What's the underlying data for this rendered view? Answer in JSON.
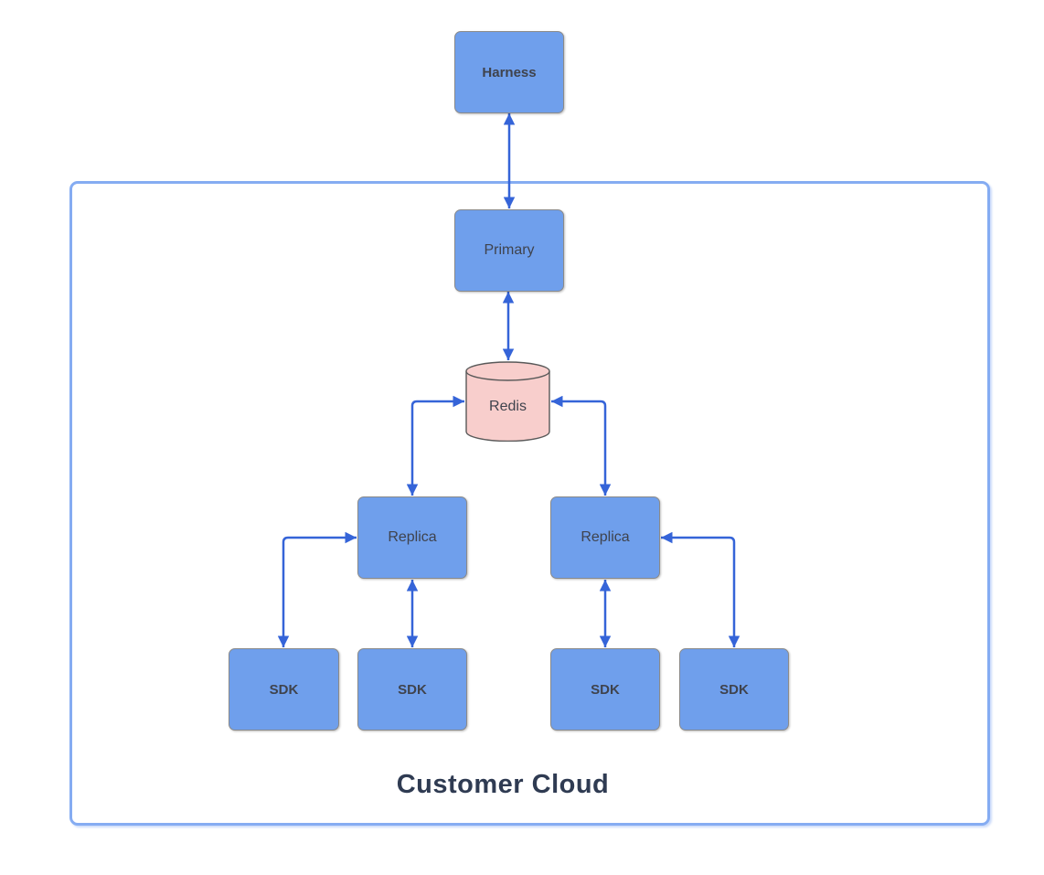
{
  "diagram": {
    "container_label": "Customer Cloud",
    "nodes": {
      "harness": {
        "label": "Harness",
        "shape": "rectangle",
        "emphasis": "bold"
      },
      "primary": {
        "label": "Primary",
        "shape": "rectangle",
        "emphasis": "regular"
      },
      "redis": {
        "label": "Redis",
        "shape": "cylinder",
        "emphasis": "regular"
      },
      "replica_left": {
        "label": "Replica",
        "shape": "rectangle",
        "emphasis": "regular"
      },
      "replica_right": {
        "label": "Replica",
        "shape": "rectangle",
        "emphasis": "regular"
      },
      "sdk_outer_left": {
        "label": "SDK",
        "shape": "rectangle",
        "emphasis": "bold"
      },
      "sdk_inner_left": {
        "label": "SDK",
        "shape": "rectangle",
        "emphasis": "bold"
      },
      "sdk_inner_right": {
        "label": "SDK",
        "shape": "rectangle",
        "emphasis": "bold"
      },
      "sdk_outer_right": {
        "label": "SDK",
        "shape": "rectangle",
        "emphasis": "bold"
      }
    },
    "edges": [
      {
        "from": "harness",
        "to": "primary",
        "bidirectional": true
      },
      {
        "from": "primary",
        "to": "redis",
        "bidirectional": true
      },
      {
        "from": "redis",
        "to": "replica_left",
        "bidirectional": true
      },
      {
        "from": "redis",
        "to": "replica_right",
        "bidirectional": true
      },
      {
        "from": "replica_left",
        "to": "sdk_inner_left",
        "bidirectional": true
      },
      {
        "from": "replica_left",
        "to": "sdk_outer_left",
        "bidirectional": true
      },
      {
        "from": "replica_right",
        "to": "sdk_inner_right",
        "bidirectional": true
      },
      {
        "from": "replica_right",
        "to": "sdk_outer_right",
        "bidirectional": true
      }
    ],
    "colors": {
      "node_fill": "#6F9FEC",
      "node_border": "#8A8A8A",
      "node_text": "#3F434D",
      "cylinder_fill": "#F8CECC",
      "cylinder_border": "#595959",
      "arrow": "#3564D8",
      "container_border": "#85ACF2",
      "container_label_text": "#2F3B52"
    }
  }
}
